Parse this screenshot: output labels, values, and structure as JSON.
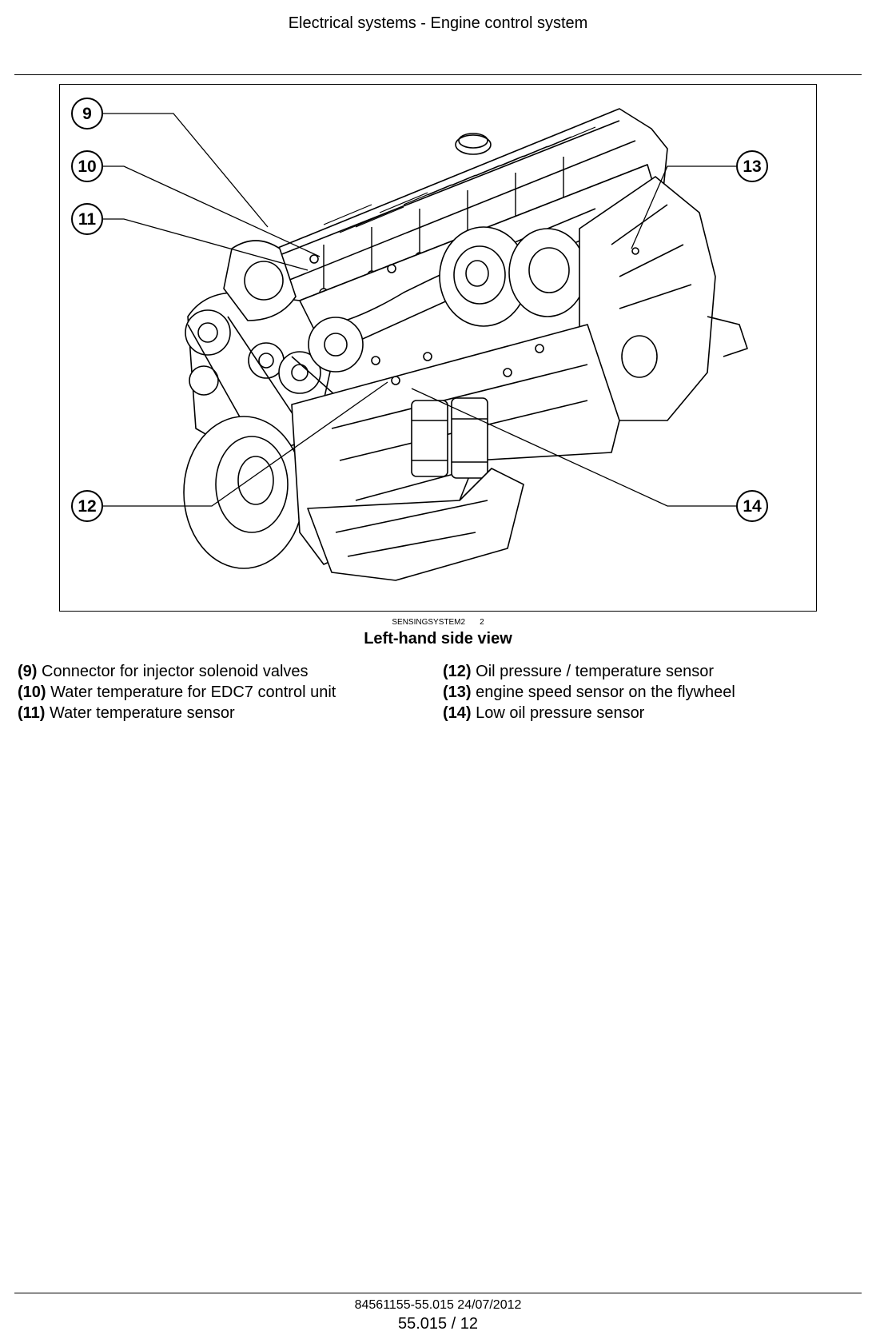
{
  "header": {
    "title": "Electrical systems - Engine control system"
  },
  "figure": {
    "reference_code": "SENSINGSYSTEM2",
    "reference_number": "2",
    "caption": "Left-hand side view",
    "callouts": [
      "9",
      "10",
      "11",
      "12",
      "13",
      "14"
    ]
  },
  "legend": [
    {
      "num": "(9)",
      "text": " Connector for injector solenoid valves"
    },
    {
      "num": "(10)",
      "text": " Water temperature for EDC7 control unit"
    },
    {
      "num": "(11)",
      "text": " Water temperature sensor"
    },
    {
      "num": "(12)",
      "text": " Oil pressure / temperature sensor"
    },
    {
      "num": "(13)",
      "text": " engine speed sensor on the flywheel"
    },
    {
      "num": "(14)",
      "text": " Low oil pressure sensor"
    }
  ],
  "footer": {
    "doc_ref": "84561155-55.015 24/07/2012",
    "page": "55.015 / 12"
  }
}
